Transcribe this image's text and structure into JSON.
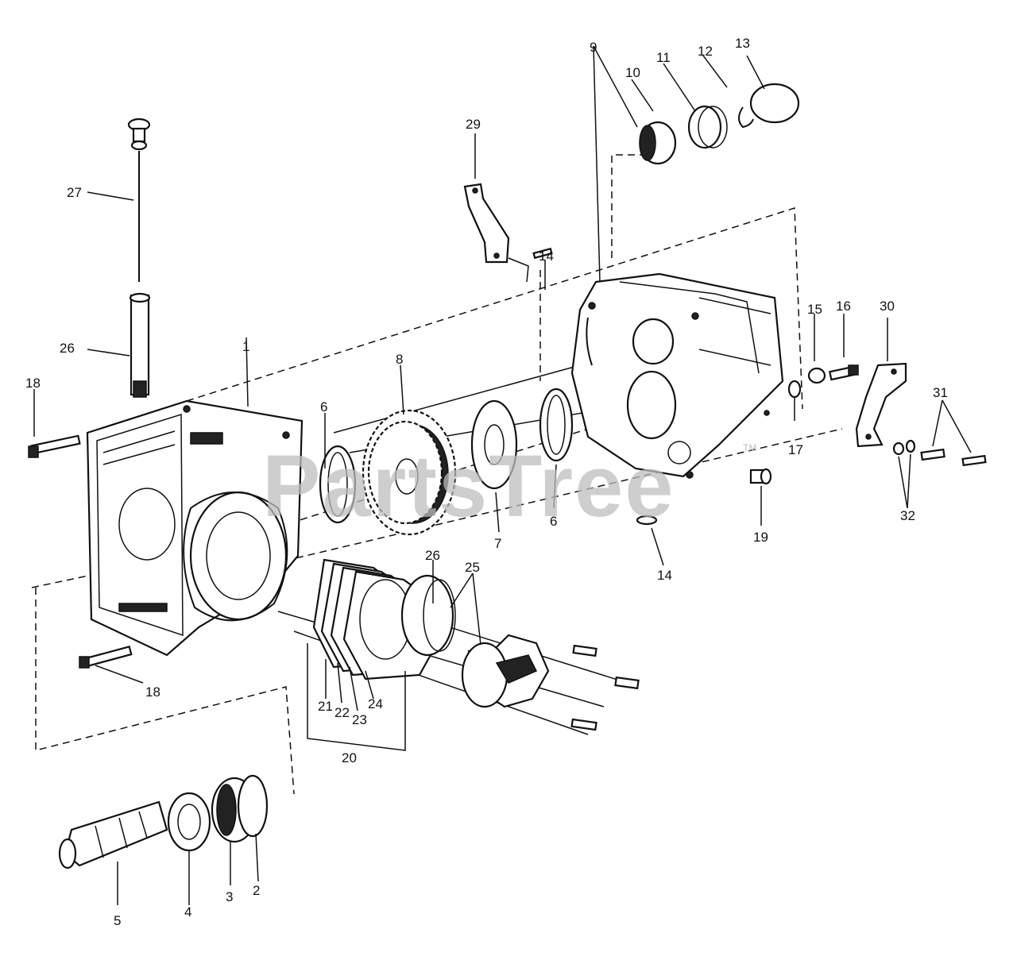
{
  "watermark": {
    "text": "PartsTree",
    "trademark": "TM"
  },
  "callouts": [
    "1",
    "2",
    "3",
    "4",
    "5",
    "6",
    "6",
    "7",
    "8",
    "9",
    "10",
    "11",
    "12",
    "13",
    "14",
    "14",
    "15",
    "16",
    "17",
    "18",
    "18",
    "19",
    "20",
    "21",
    "22",
    "23",
    "24",
    "25",
    "26",
    "26",
    "27",
    "29",
    "30",
    "31",
    "32"
  ]
}
